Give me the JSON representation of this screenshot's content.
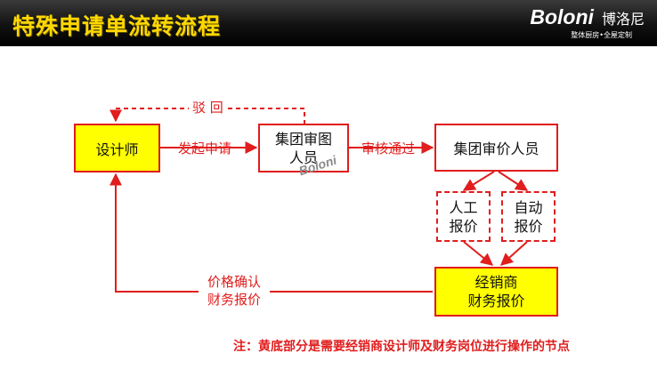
{
  "header": {
    "title": "特殊申请单流转流程",
    "brand_logo": "Boloni",
    "brand_cn": "博洛尼",
    "brand_tagline": "整体厨房•全屋定制"
  },
  "nodes": {
    "designer": "设计师",
    "group_drawing_reviewer": "集团审图\n人员",
    "group_price_reviewer": "集团审价人员",
    "manual_quote": "人工\n报价",
    "auto_quote": "自动\n报价",
    "dealer_finance_quote": "经销商\n财务报价"
  },
  "edges": {
    "submit": "发起申请",
    "reject": "驳 回",
    "approved": "审核通过",
    "confirm": "价格确认\n财务报价"
  },
  "watermark": "Boloni",
  "note": "注：黄底部分是需要经销商设计师及财务岗位进行操作的节点",
  "colors": {
    "accent": "#e11d1d",
    "highlight": "#ffff00",
    "header_title": "#ffd800"
  }
}
